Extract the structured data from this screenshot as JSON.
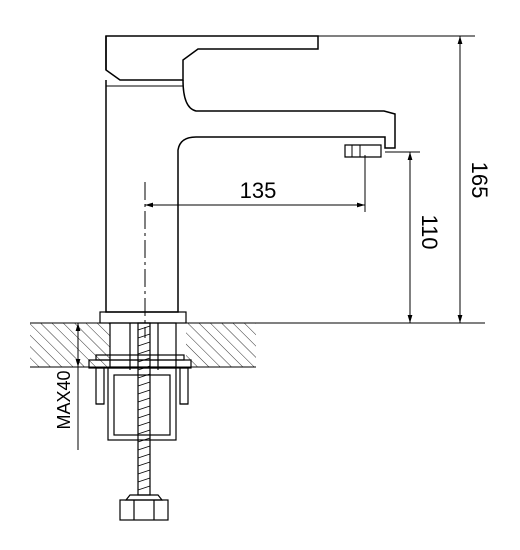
{
  "dimensions": {
    "spout_reach": "135",
    "outlet_height": "110",
    "total_height": "165",
    "max_mount_thickness": "MAX40"
  },
  "colors": {
    "line": "#000000",
    "background": "#ffffff"
  }
}
